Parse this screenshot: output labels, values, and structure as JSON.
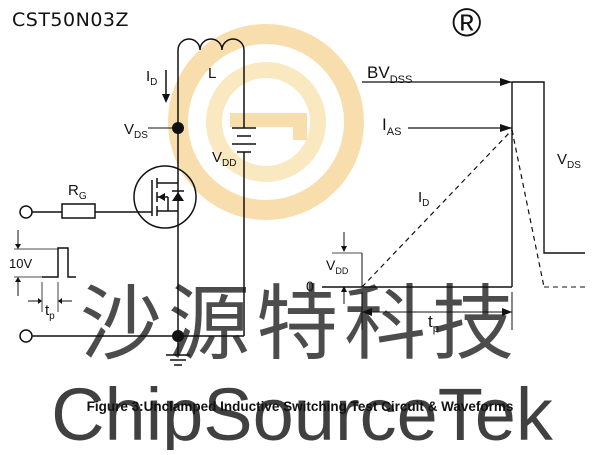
{
  "header": {
    "part_number": "CST50N03Z"
  },
  "watermark": {
    "registered_mark": "®",
    "cn_text": "沙源特科技",
    "en_text": "ChipSourceTek",
    "logo_color": "#f2c46a"
  },
  "circuit": {
    "current_label_main": "I",
    "current_label_sub": "D",
    "inductor_label": "L",
    "vds_main": "V",
    "vds_sub": "DS",
    "vdd_main": "V",
    "vdd_sub": "DD",
    "gate_resistor_main": "R",
    "gate_resistor_sub": "G",
    "pulse_amplitude": "10V",
    "pulse_width_main": "t",
    "pulse_width_sub": "p"
  },
  "waveform": {
    "bvdss_main": "BV",
    "bvdss_sub": "DSS",
    "ias_main": "I",
    "ias_sub": "AS",
    "vds_main": "V",
    "vds_sub": "DS",
    "id_main": "I",
    "id_sub": "D",
    "vdd_main": "V",
    "vdd_sub": "DD",
    "zero_label": "0",
    "tp_main": "t",
    "tp_sub": "p"
  },
  "caption": "Figure 3:Unclamped Inductive Switching Test Circuit & Waveforms"
}
